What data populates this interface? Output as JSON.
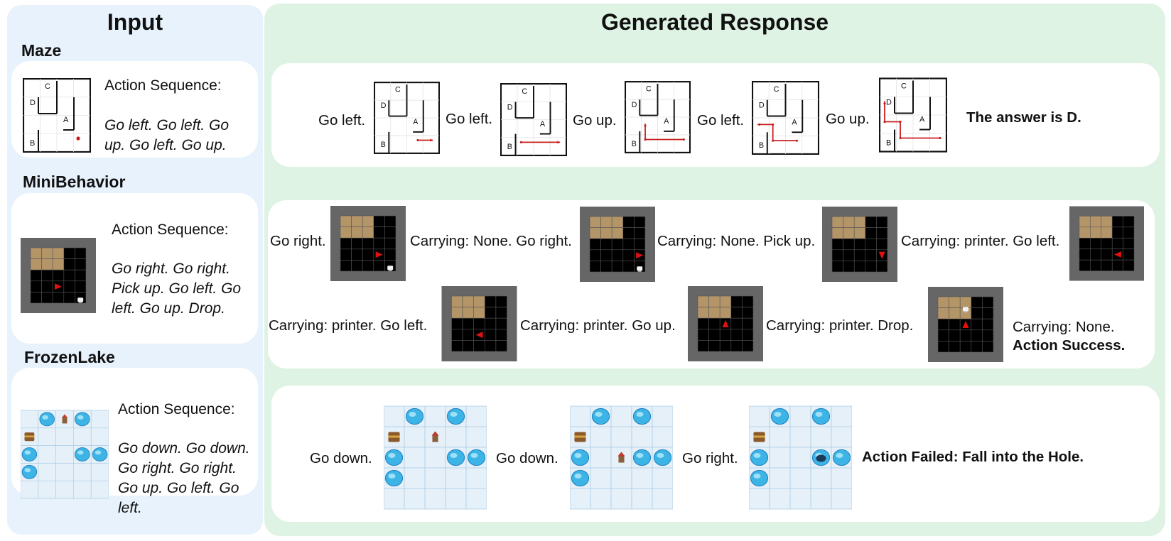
{
  "titles": {
    "input": "Input",
    "output": "Generated Response"
  },
  "sections": {
    "maze": "Maze",
    "minibehavior": "MiniBehavior",
    "frozenlake": "FrozenLake"
  },
  "action_sequence_label": "Action Sequence:",
  "maze": {
    "input_sequence": "Go left. Go left. Go up. Go left. Go up.",
    "steps": [
      "Go left.",
      "Go left.",
      "Go up.",
      "Go left.",
      "Go up."
    ],
    "answer": "The answer is D.",
    "cell_labels": [
      "A",
      "B",
      "C",
      "D"
    ]
  },
  "minibehavior": {
    "input_sequence": "Go right. Go right. Pick up. Go left. Go left. Go up. Drop.",
    "steps": [
      "Go right.",
      "Carrying: None. Go right.",
      "Carrying: None. Pick up.",
      "Carrying: printer. Go left.",
      "Carrying: printer. Go left.",
      "Carrying: printer. Go up.",
      "Carrying: printer. Drop."
    ],
    "final_state": "Carrying: None.",
    "final_result": "Action Success."
  },
  "frozenlake": {
    "input_sequence": "Go down. Go down. Go right. Go right. Go up. Go left. Go left.",
    "steps": [
      "Go down.",
      "Go down.",
      "Go right."
    ],
    "result": "Action Failed: Fall into the Hole."
  },
  "colors": {
    "input_panel": "#e8f2fc",
    "output_panel": "#dff3e4",
    "card": "#ffffff",
    "path_red": "#c81e1e",
    "agent_red": "#e01010",
    "floor_tan": "#b49568",
    "env_frame": "#666666",
    "ice": "#e6f0f8",
    "hole": "#3cb4e6"
  }
}
